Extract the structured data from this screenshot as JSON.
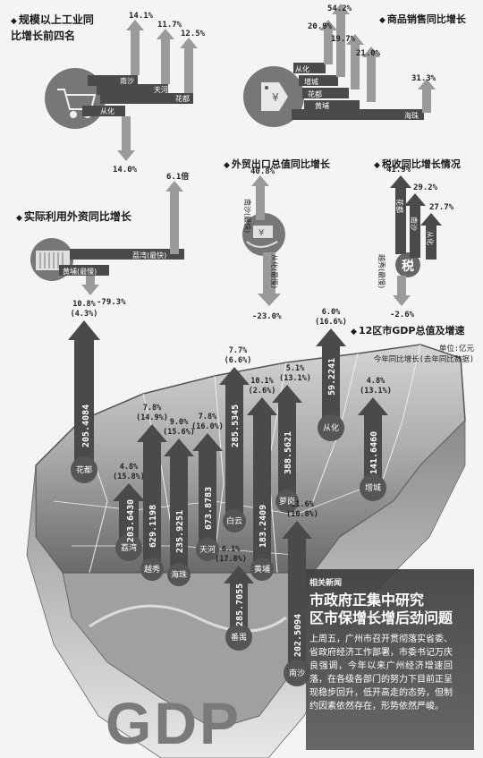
{
  "panels": {
    "industrial": {
      "title_line1": "规模以上工业同",
      "title_line2": "比增长前四名",
      "items": [
        {
          "district": "南沙",
          "value": "14.1%"
        },
        {
          "district": "天河",
          "value": "11.7%"
        },
        {
          "district": "花都",
          "value": "12.5%"
        },
        {
          "district": "从化",
          "value": "14.0%"
        }
      ],
      "icon": "shopping-cart-icon"
    },
    "sales": {
      "title": "商品销售同比增长",
      "items": [
        {
          "district": "从化",
          "value": "20.9%"
        },
        {
          "district": "增城",
          "value": "54.2%"
        },
        {
          "district": "花都",
          "value": "19.7%"
        },
        {
          "district": "黄埔",
          "value": "21.0%"
        },
        {
          "district": "海珠",
          "value": "31.3%"
        }
      ],
      "icon": "price-tag-icon"
    },
    "foreign_trade": {
      "title": "外贸出口总值同比增长",
      "items": [
        {
          "district": "南沙(最快)",
          "value": "40.8%"
        },
        {
          "district": "从化(最慢)",
          "value": "-23.0%"
        }
      ],
      "icon": "money-hand-icon"
    },
    "tax": {
      "title": "税收同比增长情况",
      "items": [
        {
          "district": "花都",
          "value": "41.9%"
        },
        {
          "district": "南沙",
          "value": "29.2%"
        },
        {
          "district": "从化",
          "value": "27.7%"
        },
        {
          "district": "越秀(最慢)",
          "value": "-2.6%"
        }
      ],
      "icon_label": "税"
    },
    "investment": {
      "title": "实际利用外资同比增长",
      "items": [
        {
          "district": "荔湾(最快)",
          "value": "6.1倍"
        },
        {
          "district": "黄埔(最慢)",
          "value": "-79.3%"
        }
      ],
      "icon": "container-icon"
    }
  },
  "gdp": {
    "title": "12区市GDP总值及增速",
    "unit_line1": "单位:亿元",
    "unit_line2": "今年同比增长(去年同比数据)",
    "districts": [
      {
        "name": "花都",
        "value": "205.4084",
        "growth": "10.8%",
        "prev": "(4.3%)"
      },
      {
        "name": "荔湾",
        "value": "203.6430",
        "growth": "4.8%",
        "prev": "(15.8%)"
      },
      {
        "name": "越秀",
        "value": "629.1198",
        "growth": "7.8%",
        "prev": "(14.9%)"
      },
      {
        "name": "海珠",
        "value": "235.9251",
        "growth": "9.0%",
        "prev": "(15.6%)"
      },
      {
        "name": "天河",
        "value": "673.8783",
        "growth": "7.8%",
        "prev": "(16.0%)"
      },
      {
        "name": "白云",
        "value": "285.5345",
        "growth": "7.7%",
        "prev": "(6.6%)"
      },
      {
        "name": "黄埔",
        "value": "183.2409",
        "growth": "10.1%",
        "prev": "(2.6%)"
      },
      {
        "name": "萝岗",
        "value": "388.5621",
        "growth": "5.1%",
        "prev": "(13.1%)"
      },
      {
        "name": "从化",
        "value": "59.2241",
        "growth": "6.0%",
        "prev": "(16.6%)"
      },
      {
        "name": "增城",
        "value": "141.6460",
        "growth": "4.8%",
        "prev": "(13.1%)"
      },
      {
        "name": "番禺",
        "value": "285.7055",
        "growth": "6.1%",
        "prev": "(17.8%)"
      },
      {
        "name": "南沙",
        "value": "202.5094",
        "growth": "11.6%",
        "prev": "(10.8%)"
      }
    ]
  },
  "news": {
    "kicker": "相关新闻",
    "headline_line1": "市政府正集中研究",
    "headline_line2": "区市保增长增后劲问题",
    "body": "上周五，广州市召开贯彻落实省委、省政府经济工作部署，市委书记万庆良强调，今年以来广州经济增速回落，在各级各部门的努力下目前正呈现稳步回升，低开高走的态势，但制约因素依然存在，形势依然严峻。"
  },
  "watermark": "GDP",
  "colors": {
    "arrow_dark": "#4a4a4a",
    "arrow_light": "#9a9a9a",
    "map_dark": "#5c5c5c",
    "map_light": "#c8c8c8"
  }
}
